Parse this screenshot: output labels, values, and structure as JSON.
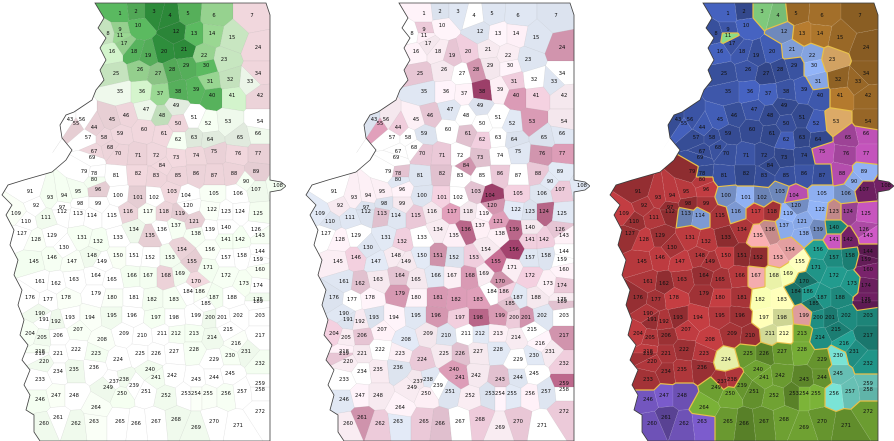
{
  "maps": [
    {
      "id": "green-gradient",
      "description_name": "green",
      "palette": [
        "#ffffff",
        "#edf7ea",
        "#c9e8c2",
        "#94cf8d",
        "#56b05b",
        "#2d8a3a"
      ],
      "negative": "#f3d9df"
    },
    {
      "id": "pink-gradient",
      "description_name": "pink",
      "palette": [
        "#ffffff",
        "#f6e9ef",
        "#ebc9d8",
        "#d99ab4",
        "#c06a8e",
        "#9c3f69"
      ],
      "negative": "#dfe6f2"
    },
    {
      "id": "clusters",
      "description_name": "clusters",
      "clusters": [
        {
          "name": "blue",
          "color": "#3c55a6"
        },
        {
          "name": "light-green",
          "color": "#7cc57a"
        },
        {
          "name": "brown",
          "color": "#9c6a28"
        },
        {
          "name": "light-blue",
          "color": "#7d9ad4"
        },
        {
          "name": "tan",
          "color": "#d8a765"
        },
        {
          "name": "magenta",
          "color": "#b84fb0"
        },
        {
          "name": "dark-purple",
          "color": "#6a1f5e"
        },
        {
          "name": "red",
          "color": "#a93539"
        },
        {
          "name": "pink",
          "color": "#e19e9f"
        },
        {
          "name": "pale-yellow",
          "color": "#eaf2a8"
        },
        {
          "name": "teal",
          "color": "#1e8a7e"
        },
        {
          "name": "olive-green",
          "color": "#6a9a30"
        },
        {
          "name": "aqua",
          "color": "#6ccabe"
        },
        {
          "name": "violet",
          "color": "#6a4fb0"
        }
      ]
    }
  ],
  "regions": {
    "count": 272,
    "labels": [
      "1",
      "2",
      "3",
      "4",
      "5",
      "6",
      "7",
      "8",
      "9",
      "10",
      "11",
      "12",
      "13",
      "14",
      "15",
      "16",
      "17",
      "18",
      "19",
      "20",
      "21",
      "22",
      "23",
      "24",
      "25",
      "26",
      "27",
      "28",
      "29",
      "30",
      "31",
      "32",
      "33",
      "34",
      "35",
      "36",
      "37",
      "38",
      "39",
      "40",
      "41",
      "42",
      "43",
      "44",
      "45",
      "46",
      "47",
      "48",
      "49",
      "50",
      "51",
      "52",
      "53",
      "54",
      "55",
      "56",
      "57",
      "58",
      "59",
      "60",
      "61",
      "62",
      "63",
      "64",
      "65",
      "66",
      "67",
      "68",
      "69",
      "70",
      "71",
      "72",
      "73",
      "74",
      "75",
      "76",
      "77",
      "78",
      "79",
      "80",
      "81",
      "82",
      "83",
      "84",
      "85",
      "86",
      "87",
      "88",
      "89",
      "90",
      "91",
      "92",
      "93",
      "94",
      "95",
      "96",
      "97",
      "98",
      "99",
      "100",
      "101",
      "102",
      "103",
      "104",
      "105",
      "106",
      "107",
      "108",
      "109",
      "110",
      "111",
      "112",
      "113",
      "114",
      "115",
      "116",
      "117",
      "118",
      "119",
      "120",
      "121",
      "122",
      "123",
      "124",
      "125",
      "126",
      "127",
      "128",
      "129",
      "130",
      "131",
      "132",
      "133",
      "134",
      "135",
      "136",
      "137",
      "138",
      "139",
      "140",
      "141",
      "142",
      "143",
      "144",
      "145",
      "146",
      "147",
      "148",
      "149",
      "150",
      "151",
      "152",
      "153",
      "154",
      "155",
      "156",
      "157",
      "158",
      "159",
      "160",
      "161",
      "162",
      "163",
      "164",
      "165",
      "166",
      "167",
      "168",
      "169",
      "170",
      "171",
      "172",
      "173",
      "174",
      "175",
      "176",
      "177",
      "178",
      "179",
      "180",
      "181",
      "182",
      "183",
      "184",
      "185",
      "186",
      "187",
      "188",
      "189",
      "190",
      "191",
      "192",
      "193",
      "194",
      "195",
      "196",
      "197",
      "198",
      "199",
      "200",
      "201",
      "202",
      "203",
      "204",
      "205",
      "206",
      "207",
      "208",
      "209",
      "210",
      "211",
      "212",
      "213",
      "214",
      "215",
      "216",
      "217",
      "218",
      "219",
      "220",
      "221",
      "222",
      "223",
      "224",
      "225",
      "226",
      "227",
      "228",
      "229",
      "230",
      "231",
      "232",
      "233",
      "234",
      "235",
      "236",
      "237",
      "238",
      "239",
      "240",
      "241",
      "242",
      "243",
      "244",
      "245",
      "246",
      "247",
      "248",
      "249",
      "250",
      "251",
      "252",
      "253",
      "254",
      "255",
      "256",
      "257",
      "258",
      "259",
      "260",
      "261",
      "262",
      "263",
      "264",
      "265",
      "266",
      "267",
      "268",
      "269",
      "270",
      "271",
      "272"
    ]
  }
}
